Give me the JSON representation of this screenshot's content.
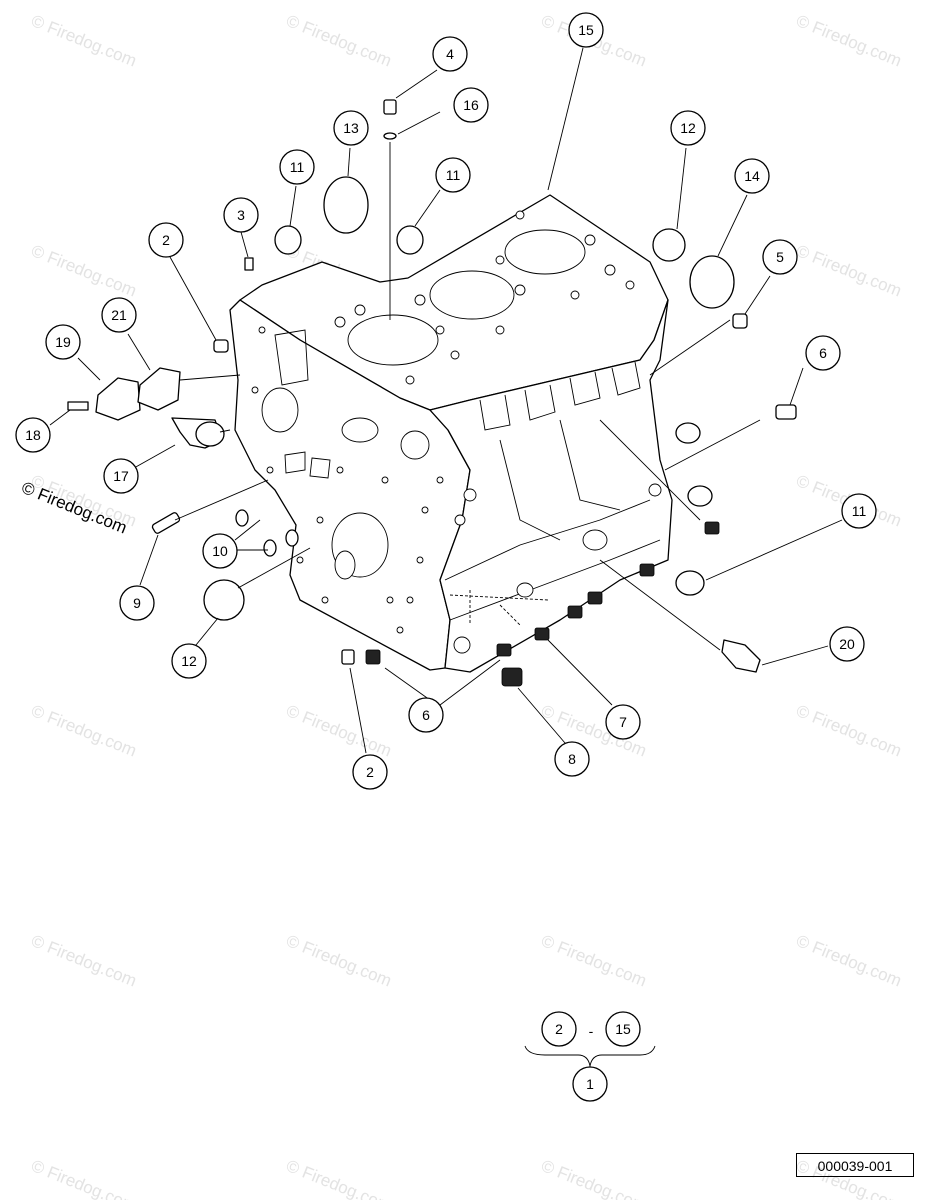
{
  "watermark": {
    "text": "© Firedog.com",
    "color": "#e3e3e3"
  },
  "copyright_label": "© Firedog.com",
  "figure_id": "000039-001",
  "callouts": [
    {
      "id": "c4",
      "label": "4"
    },
    {
      "id": "c15",
      "label": "15"
    },
    {
      "id": "c16",
      "label": "16"
    },
    {
      "id": "c13",
      "label": "13"
    },
    {
      "id": "c12a",
      "label": "12"
    },
    {
      "id": "c11a",
      "label": "11"
    },
    {
      "id": "c11b",
      "label": "11"
    },
    {
      "id": "c14",
      "label": "14"
    },
    {
      "id": "c3",
      "label": "3"
    },
    {
      "id": "c2a",
      "label": "2"
    },
    {
      "id": "c5",
      "label": "5"
    },
    {
      "id": "c21",
      "label": "21"
    },
    {
      "id": "c19",
      "label": "19"
    },
    {
      "id": "c6a",
      "label": "6"
    },
    {
      "id": "c18",
      "label": "18"
    },
    {
      "id": "c17",
      "label": "17"
    },
    {
      "id": "c11c",
      "label": "11"
    },
    {
      "id": "c10",
      "label": "10"
    },
    {
      "id": "c9",
      "label": "9"
    },
    {
      "id": "c20",
      "label": "20"
    },
    {
      "id": "c12b",
      "label": "12"
    },
    {
      "id": "c6b",
      "label": "6"
    },
    {
      "id": "c7",
      "label": "7"
    },
    {
      "id": "c8",
      "label": "8"
    },
    {
      "id": "c2b",
      "label": "2"
    },
    {
      "id": "c2r",
      "label": "2"
    },
    {
      "id": "c15r",
      "label": "15"
    },
    {
      "id": "c1",
      "label": "1"
    }
  ],
  "range_separator": "-"
}
